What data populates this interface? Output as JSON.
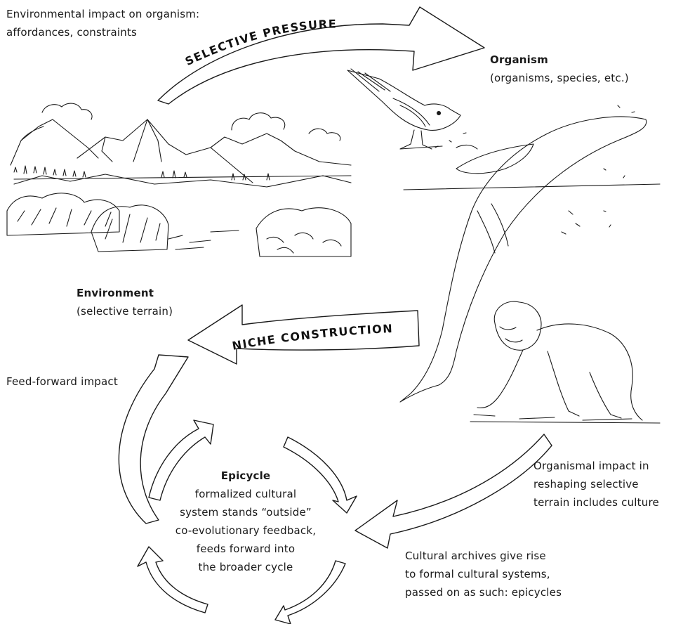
{
  "labels": {
    "environmental_impact": [
      "Environmental impact on organism:",
      "affordances, constraints"
    ],
    "organism_title": "Organism",
    "organism_sub": "(organisms, species, etc.)",
    "environment_title": "Environment",
    "environment_sub": "(selective terrain)",
    "feed_forward": "Feed-forward impact",
    "epicycle_title": "Epicycle",
    "epicycle_body": [
      "formalized cultural",
      "system stands “outside”",
      "co-evolutionary feedback,",
      "feeds forward into",
      "the broader cycle"
    ],
    "organismal_impact": [
      "Organismal impact in",
      "reshaping selective",
      "terrain includes culture"
    ],
    "cultural_archives": [
      "Cultural archives give rise",
      "to formal cultural systems,",
      "passed on as such: epicycles"
    ]
  },
  "arrows": {
    "selective_pressure": "SELECTIVE PRESSURE",
    "niche_construction": "NICHE CONSTRUCTION"
  },
  "illustrations": [
    "mountain-landscape",
    "songbird",
    "humpback-whale",
    "chimpanzee"
  ]
}
